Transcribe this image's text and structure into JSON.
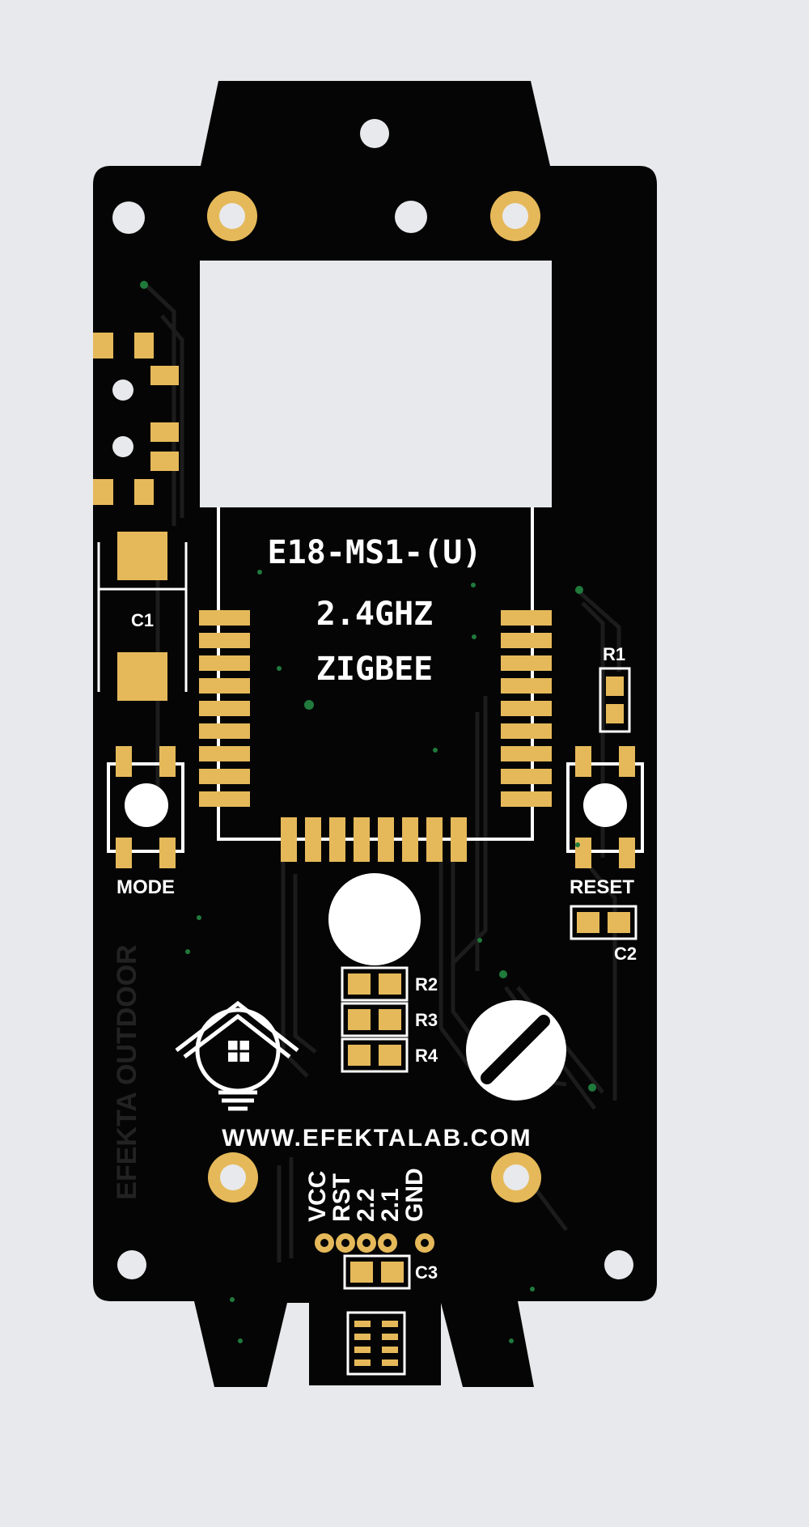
{
  "colors": {
    "background": "#e8e9ec",
    "board": "#050505",
    "trace": "#1c1c1c",
    "pad_gold": "#e5b95a",
    "silkscreen": "#ffffff",
    "via_green": "#1f7a3c"
  },
  "module": {
    "model": "E18-MS1-(U)",
    "frequency": "2.4GHZ",
    "protocol": "ZIGBEE"
  },
  "labels": {
    "c1": "C1",
    "c2": "C2",
    "c3": "C3",
    "r1": "R1",
    "r2": "R2",
    "r3": "R3",
    "r4": "R4",
    "mode": "MODE",
    "reset": "RESET",
    "brand": "EFEKTA OUTDOOR",
    "website": "WWW.EFEKTALAB.COM"
  },
  "pins": [
    "VCC",
    "RST",
    "2.2",
    "2.1",
    "GND"
  ],
  "icons": {
    "logo": "smart-home-bulb-icon",
    "sensor": "round-sensor-icon"
  }
}
